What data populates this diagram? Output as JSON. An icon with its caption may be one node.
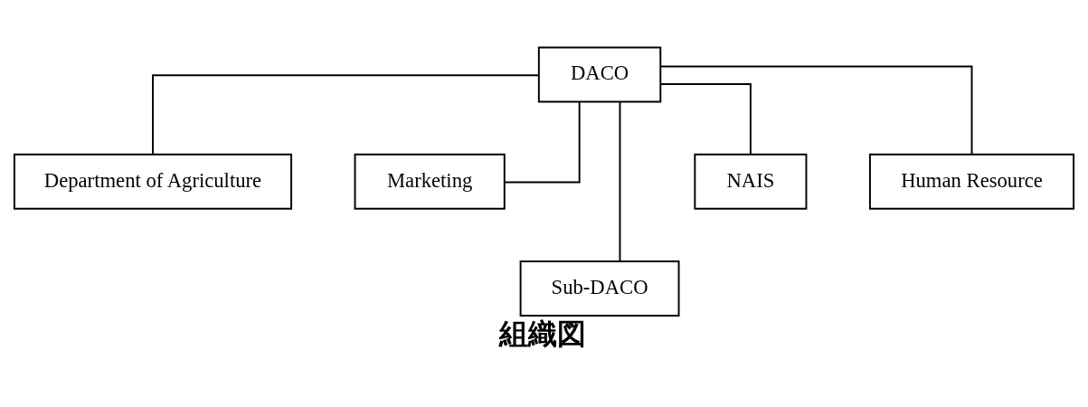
{
  "diagram": {
    "caption": "組織図",
    "nodes": [
      {
        "text": [
          "DACO"
        ]
      },
      {
        "text": [
          "Department of Agriculture"
        ]
      },
      {
        "text": [
          "Marketing"
        ]
      },
      {
        "text": [
          "NAIS"
        ]
      },
      {
        "text": [
          "Human Resource"
        ]
      },
      {
        "text": [
          "Sub-DACO"
        ]
      }
    ],
    "edges": [
      {
        "from": 0,
        "to": 1,
        "arrow": "none"
      },
      {
        "from": 0,
        "to": 2,
        "arrow": "none"
      },
      {
        "from": 0,
        "to": 5,
        "arrow": "none"
      },
      {
        "from": 0,
        "to": 3,
        "arrow": "none"
      },
      {
        "from": 0,
        "to": 4,
        "arrow": "none"
      }
    ]
  }
}
